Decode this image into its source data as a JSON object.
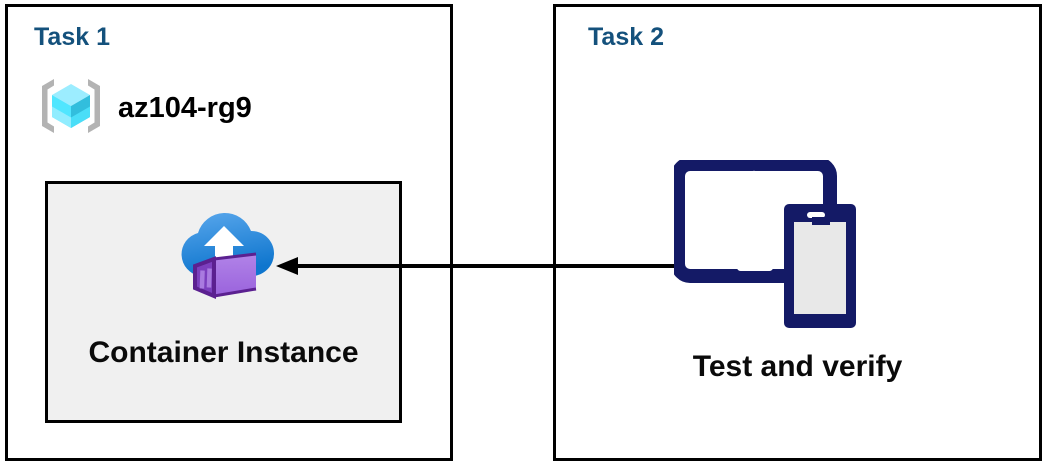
{
  "diagram": {
    "title": "Azure Container Instance task diagram",
    "background": "#ffffff",
    "border_color": "#000000"
  },
  "colors": {
    "task_title": "#14517C",
    "panel_border": "#000000",
    "inner_box_fill": "#F0F0F0",
    "device_navy": "#141A66",
    "device_screen": "#E8E8E8",
    "container_purple": "#A86FE0",
    "container_purple_dark": "#6B2FA0",
    "cloud_blue_light": "#4FA3E8",
    "cloud_blue_dark": "#1078D4",
    "resource_group_cube": "#50E6FF",
    "resource_group_bracket": "#B3B3B3",
    "arrow": "#000000",
    "label_text": "#0A0A0A"
  },
  "panels": [
    {
      "id": "task1",
      "title": "Task 1",
      "resource_group": {
        "label": "az104-rg9",
        "icon": "resource-group-icon"
      },
      "resource": {
        "label": "Container Instance",
        "icon": "container-instance-icon"
      }
    },
    {
      "id": "task2",
      "title": "Task 2",
      "action": {
        "label": "Test and verify",
        "icon": "devices-icon"
      }
    }
  ],
  "connector": {
    "name": "flow-arrow",
    "direction": "right-to-left",
    "from": "Test and verify",
    "to": "Container Instance"
  }
}
